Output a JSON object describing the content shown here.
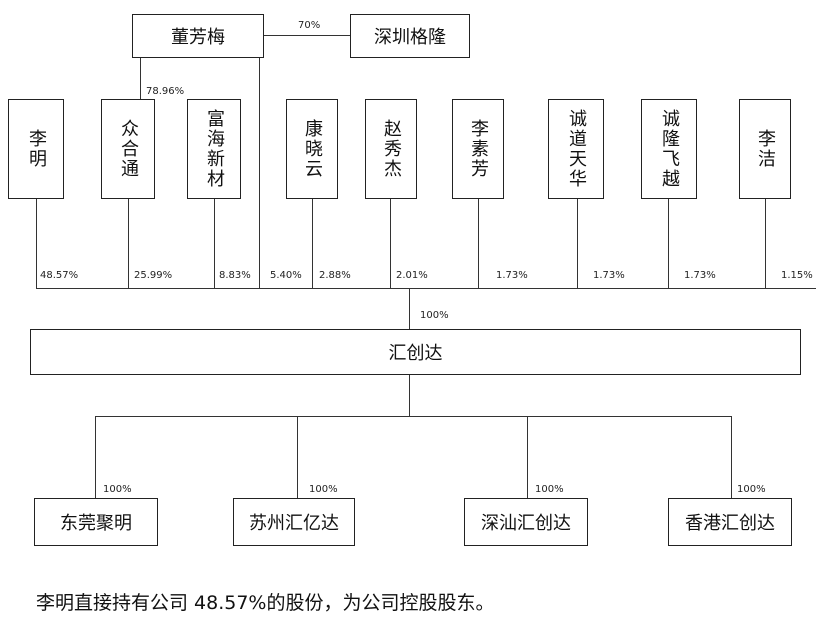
{
  "top": {
    "person": "董芳梅",
    "partner": "深圳格隆",
    "partner_pct": "70%",
    "zhongtong_pct": "78.96%"
  },
  "shareholders": [
    {
      "name": "李明",
      "pct": "48.57%"
    },
    {
      "name": "众合通",
      "pct": "25.99%"
    },
    {
      "name": "富海新材",
      "pct": "8.83%"
    },
    {
      "name": "董芳梅",
      "pct": "5.40%"
    },
    {
      "name": "康晓云",
      "pct": "2.88%"
    },
    {
      "name": "赵秀杰",
      "pct": "2.01%"
    },
    {
      "name": "李素芳",
      "pct": "1.73%"
    },
    {
      "name": "诚道天华",
      "pct": "1.73%"
    },
    {
      "name": "诚隆飞越",
      "pct": "1.73%"
    },
    {
      "name": "李洁",
      "pct": "1.15%"
    }
  ],
  "company": {
    "name": "汇创达",
    "pct": "100%"
  },
  "subsidiaries": [
    {
      "name": "东莞聚明",
      "pct": "100%"
    },
    {
      "name": "苏州汇亿达",
      "pct": "100%"
    },
    {
      "name": "深汕汇创达",
      "pct": "100%"
    },
    {
      "name": "香港汇创达",
      "pct": "100%"
    }
  ],
  "caption": "李明直接持有公司 48.57%的股份，为公司控股股东。"
}
